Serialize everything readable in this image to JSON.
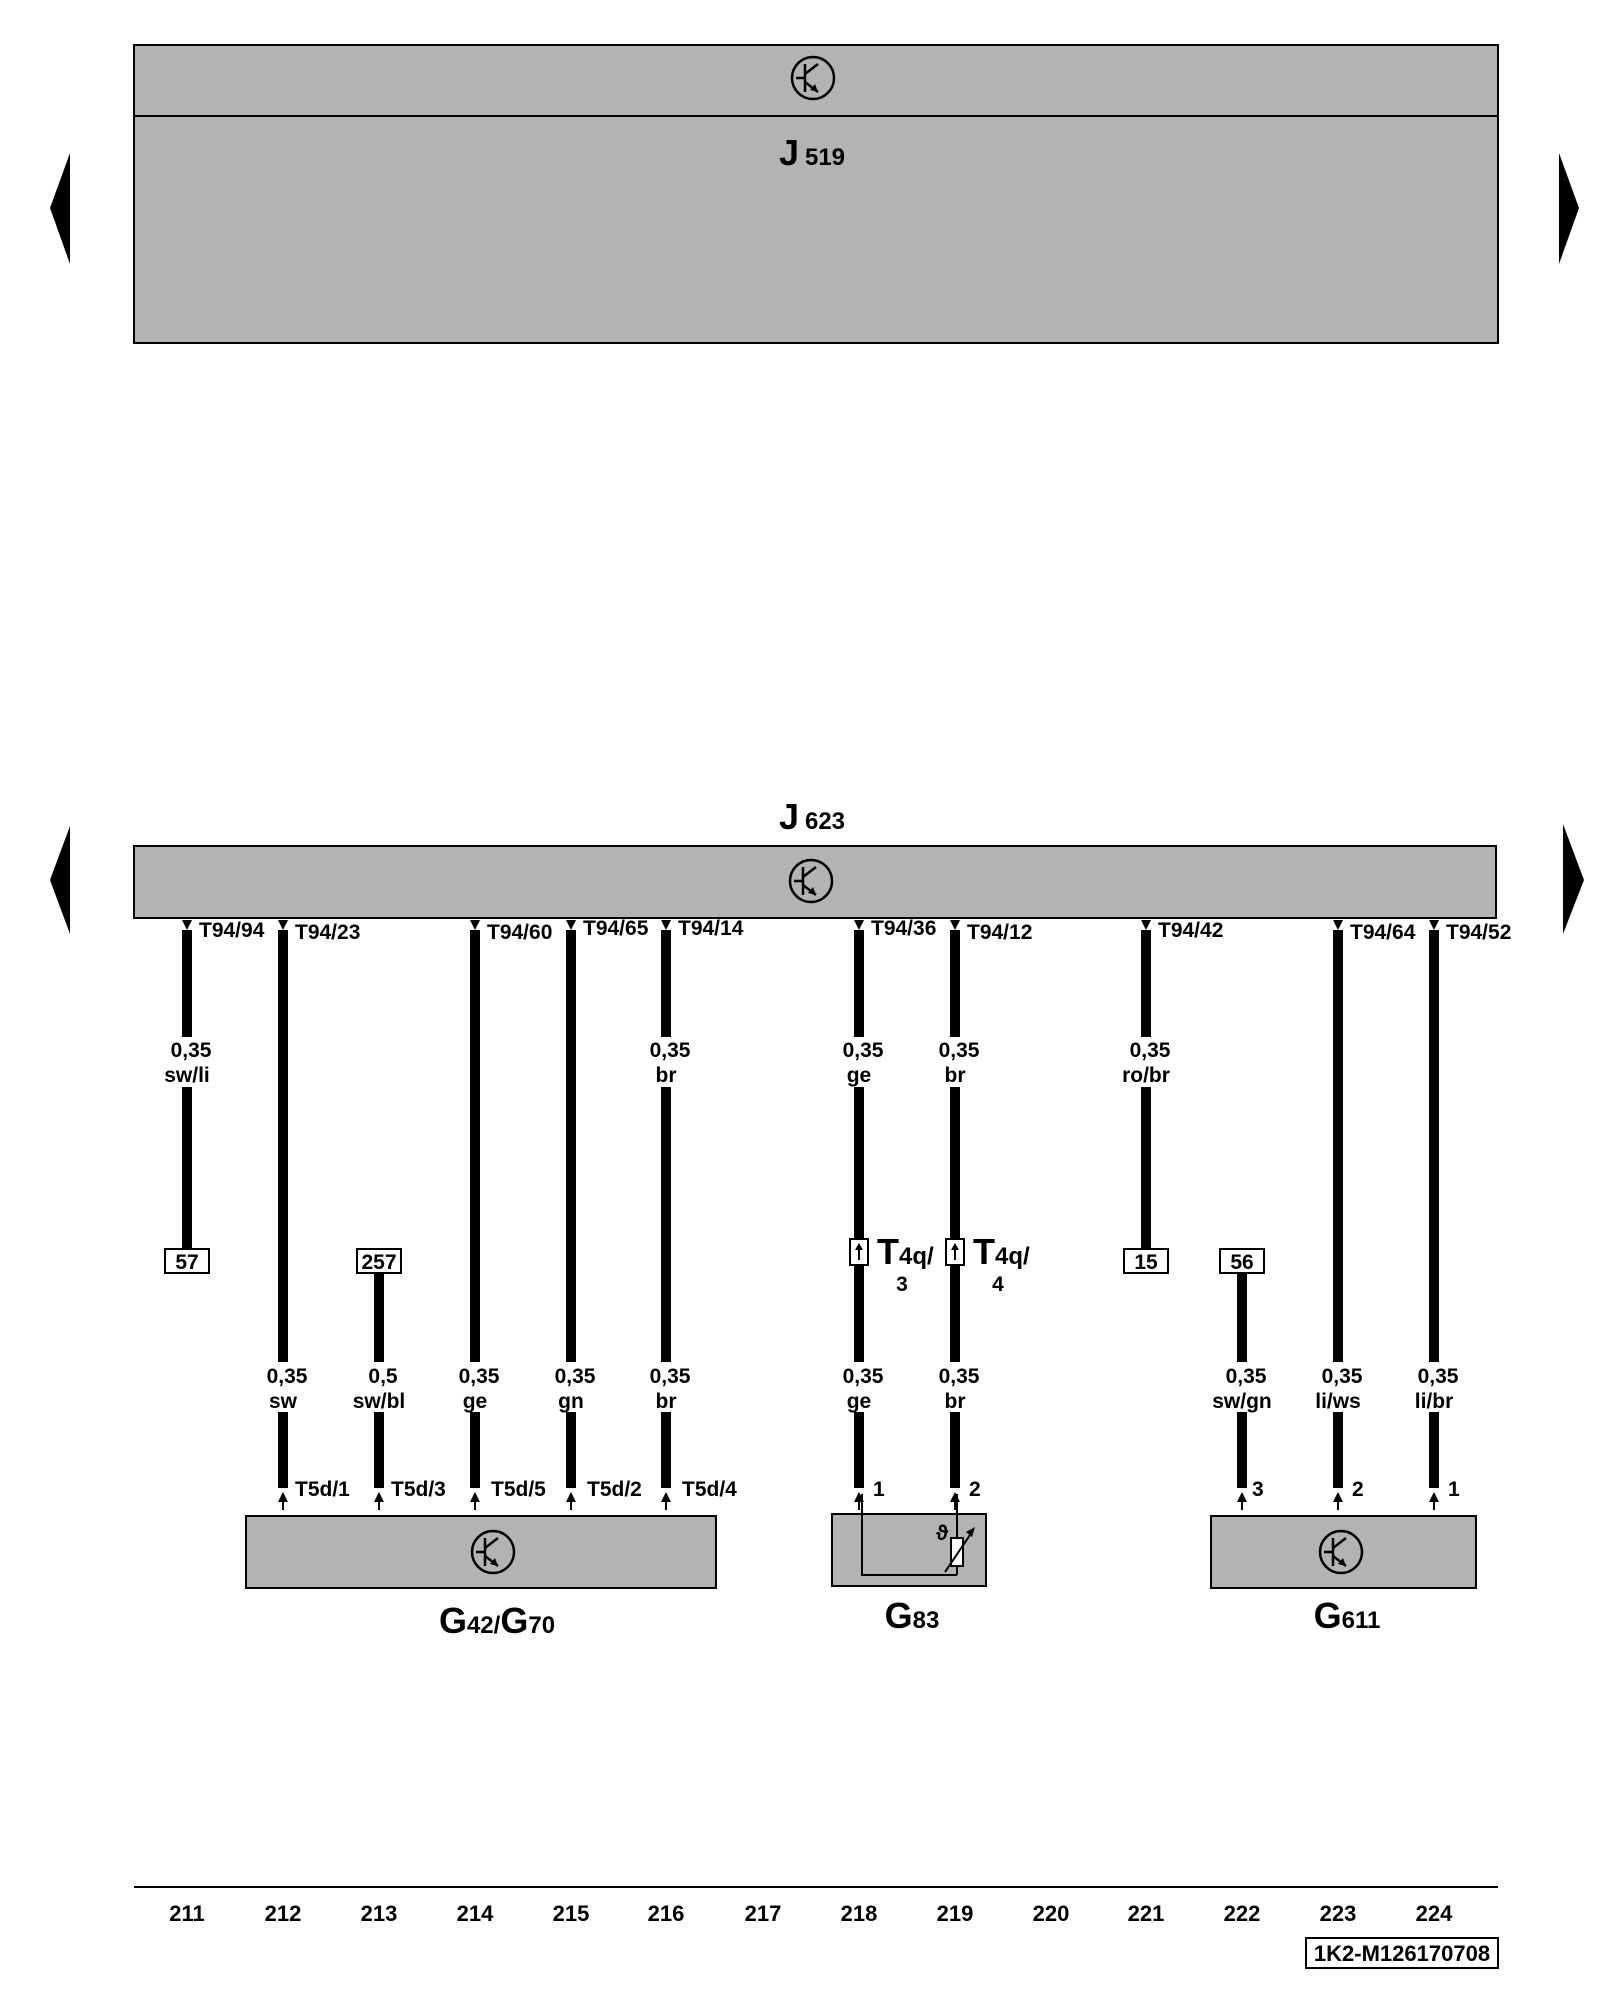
{
  "units": {
    "upper": {
      "name": "J",
      "sub": "519"
    },
    "main": {
      "name": "J",
      "sub": "623"
    }
  },
  "main_wires": [
    {
      "col": 211,
      "pin": "T94/94",
      "size": "0,35",
      "color": "sw/li",
      "term": "57"
    },
    {
      "col": 212,
      "pin": "T94/23",
      "size": "0,35",
      "color": "sw",
      "end": "T5d/1"
    },
    {
      "col": 214,
      "pin": "T94/60",
      "size": "0,35",
      "color": "ge",
      "end": "T5d/5"
    },
    {
      "col": 215,
      "pin": "T94/65",
      "size": "0,35",
      "color": "gn",
      "end": "T5d/2"
    },
    {
      "col": 216,
      "pin": "T94/14",
      "upper_size": "0,35",
      "upper_color": "br",
      "size": "0,35",
      "color": "br",
      "end": "T5d/4"
    },
    {
      "col": 218,
      "pin": "T94/36",
      "upper_size": "0,35",
      "upper_color": "ge",
      "connector": {
        "name": "T",
        "sub": "4q/",
        "num": "3"
      },
      "size": "0,35",
      "color": "ge",
      "end": "1"
    },
    {
      "col": 219,
      "pin": "T94/12",
      "upper_size": "0,35",
      "upper_color": "br",
      "connector": {
        "name": "T",
        "sub": "4q/",
        "num": "4"
      },
      "size": "0,35",
      "color": "br",
      "end": "2"
    },
    {
      "col": 221,
      "pin": "T94/42",
      "size": "0,35",
      "color": "ro/br",
      "term": "15"
    },
    {
      "col": 223,
      "pin": "T94/64",
      "size": "0,35",
      "color": "li/ws",
      "end": "2"
    },
    {
      "col": 224,
      "pin": "T94/52",
      "size": "0,35",
      "color": "li/br",
      "end": "1"
    }
  ],
  "term_wires": [
    {
      "col": 213,
      "term": "257",
      "size": "0,5",
      "color": "sw/bl",
      "end": "T5d/3"
    },
    {
      "col": 222,
      "term": "56",
      "size": "0,35",
      "color": "sw/gn",
      "end": "3"
    }
  ],
  "components": [
    {
      "id": "g42",
      "parts": [
        {
          "name": "G",
          "sub": "42"
        },
        {
          "sep": "/"
        },
        {
          "name": "G",
          "sub": "70"
        }
      ]
    },
    {
      "id": "g83",
      "parts": [
        {
          "name": "G",
          "sub": "83"
        }
      ]
    },
    {
      "id": "g611",
      "parts": [
        {
          "name": "G",
          "sub": "611"
        }
      ]
    }
  ],
  "thermo_symbol": "ϑ",
  "columns": [
    "211",
    "212",
    "213",
    "214",
    "215",
    "216",
    "217",
    "218",
    "219",
    "220",
    "221",
    "222",
    "223",
    "224"
  ],
  "footer": {
    "code": "1K2-M126170708"
  },
  "colors": {
    "unit_fill": "#b3b3b3",
    "line": "#000000",
    "background": "#ffffff"
  }
}
